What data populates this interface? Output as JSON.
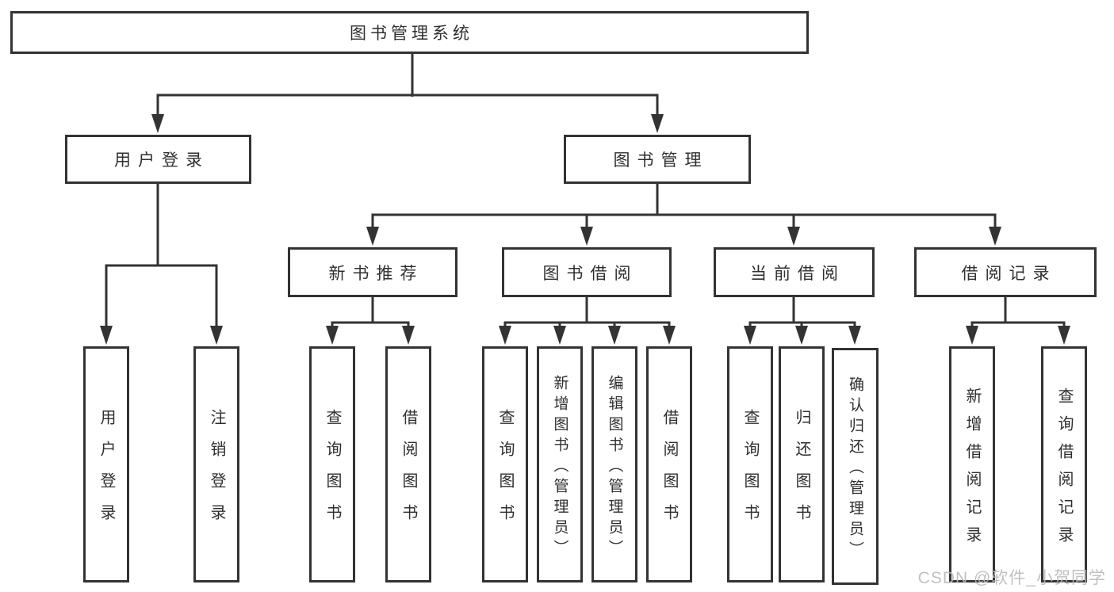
{
  "diagram": {
    "root": "图书管理系统",
    "branches": [
      {
        "label": "用户登录",
        "children": [
          "用户登录",
          "注销登录"
        ]
      },
      {
        "label": "图书管理",
        "modules": [
          {
            "label": "新书推荐",
            "children": [
              "查询图书",
              "借阅图书"
            ]
          },
          {
            "label": "图书借阅",
            "children": [
              "查询图书",
              "新增图书（管理员）",
              "编辑图书（管理员）",
              "借阅图书"
            ]
          },
          {
            "label": "当前借阅",
            "children": [
              "查询图书",
              "归还图书",
              "确认归还（管理员）"
            ]
          },
          {
            "label": "借阅记录",
            "children": [
              "新增借阅记录",
              "查询借阅记录"
            ]
          }
        ]
      }
    ]
  },
  "watermark": "CSDN @软件_小贺同学",
  "colors": {
    "line": "#333333",
    "text": "#2f2f2f",
    "box_fill": "#ffffff",
    "watermark": "#b9b9b9",
    "background": "#ffffff"
  }
}
